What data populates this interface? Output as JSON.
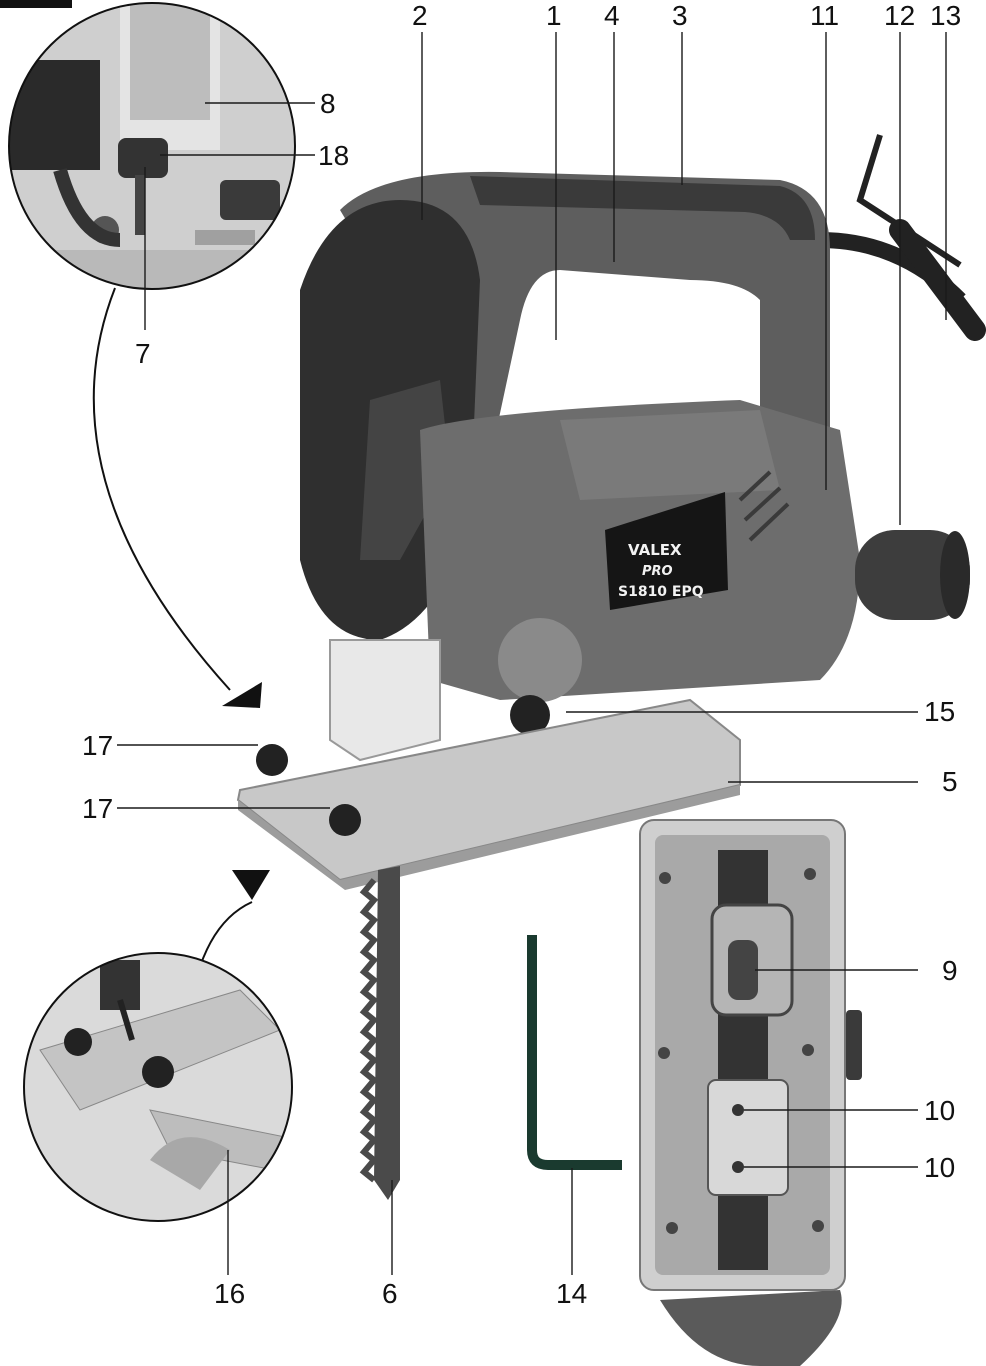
{
  "tool": {
    "brand": "VALEX",
    "series": "PRO",
    "model": "S1810 EPQ"
  },
  "callouts": {
    "c1": "1",
    "c2": "2",
    "c3": "3",
    "c4": "4",
    "c5": "5",
    "c6": "6",
    "c7": "7",
    "c8": "8",
    "c9": "9",
    "c10a": "10",
    "c10b": "10",
    "c11": "11",
    "c12": "12",
    "c13": "13",
    "c14": "14",
    "c15": "15",
    "c16": "16",
    "c17a": "17",
    "c17b": "17",
    "c18": "18"
  },
  "colors": {
    "body_grey": "#6d6d6d",
    "dark_grip": "#2f2f2f",
    "base_metal": "#c8c8c8",
    "blade": "#4a4a4a",
    "line": "#1a1a1a"
  }
}
